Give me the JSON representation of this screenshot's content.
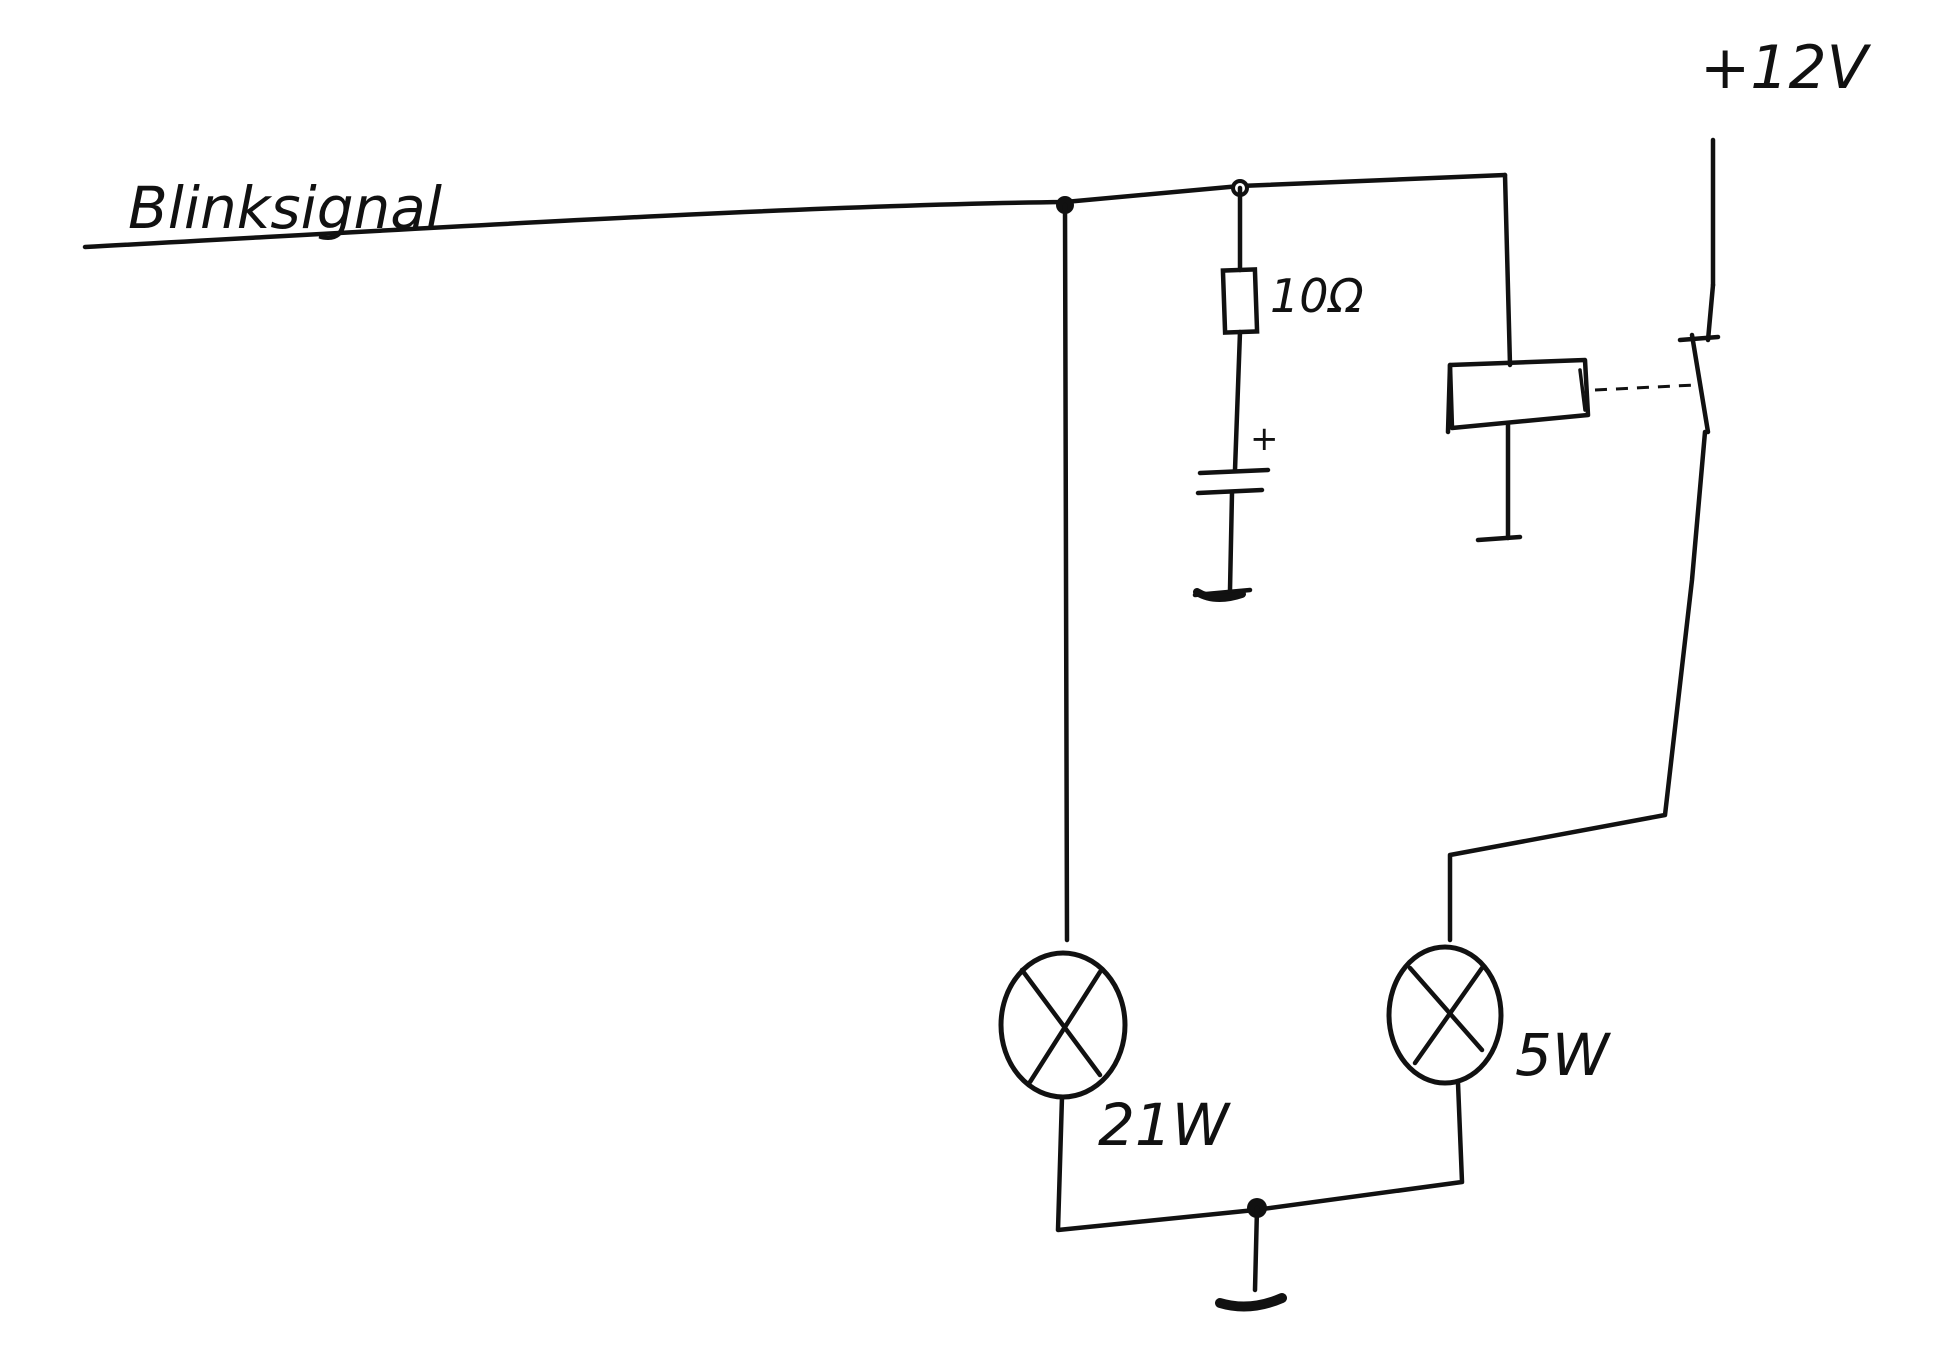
{
  "labels": {
    "signal": "Blinksignal",
    "supply": "+12V",
    "resistor": "10Ω",
    "capacitor_polarity": "+",
    "lamp_left": "21W",
    "lamp_right": "5W"
  },
  "colors": {
    "ink": "#111111",
    "paper": "#ffffff"
  }
}
